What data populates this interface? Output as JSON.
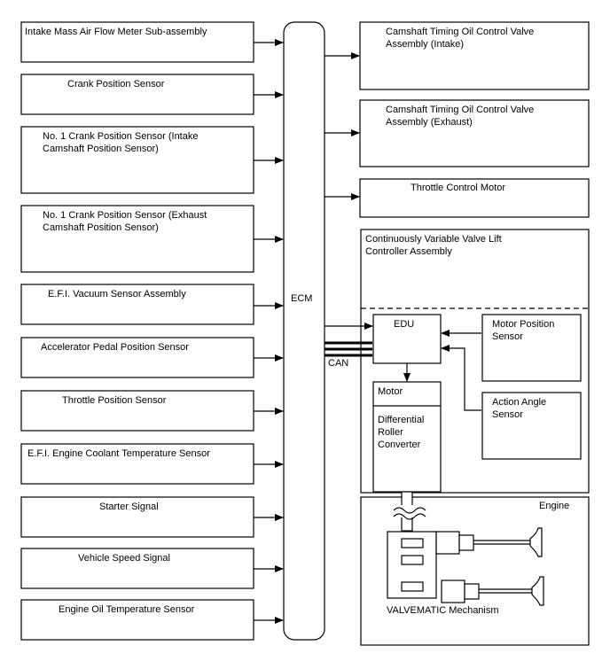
{
  "inputs": [
    "Intake Mass Air Flow Meter Sub-assembly",
    "Crank Position Sensor",
    "No. 1 Crank Position Sensor (Intake",
    "Camshaft Position Sensor)",
    "No. 1 Crank Position Sensor (Exhaust",
    "Camshaft Position Sensor)",
    "E.F.I. Vacuum Sensor Assembly",
    "Accelerator Pedal Position Sensor",
    "Throttle Position Sensor",
    "E.F.I. Engine Coolant Temperature Sensor",
    "Starter Signal",
    "Vehicle Speed Signal",
    "Engine Oil Temperature Sensor"
  ],
  "ecm": "ECM",
  "outputs": {
    "ocv_intake_1": "Camshaft Timing Oil Control Valve",
    "ocv_intake_2": "Assembly (Intake)",
    "ocv_exhaust_1": "Camshaft Timing Oil Control Valve",
    "ocv_exhaust_2": "Assembly (Exhaust)",
    "throttle_motor": "Throttle Control Motor"
  },
  "cvvl": {
    "title_1": "Continuously Variable Valve Lift",
    "title_2": "Controller Assembly",
    "edu": "EDU",
    "can": "CAN",
    "motor_position_1": "Motor Position",
    "motor_position_2": "Sensor",
    "action_angle_1": "Action Angle",
    "action_angle_2": "Sensor",
    "motor": "Motor",
    "converter_1": "Differential",
    "converter_2": "Roller",
    "converter_3": "Converter"
  },
  "engine": {
    "label": "Engine",
    "mechanism": "VALVEMATIC Mechanism"
  }
}
